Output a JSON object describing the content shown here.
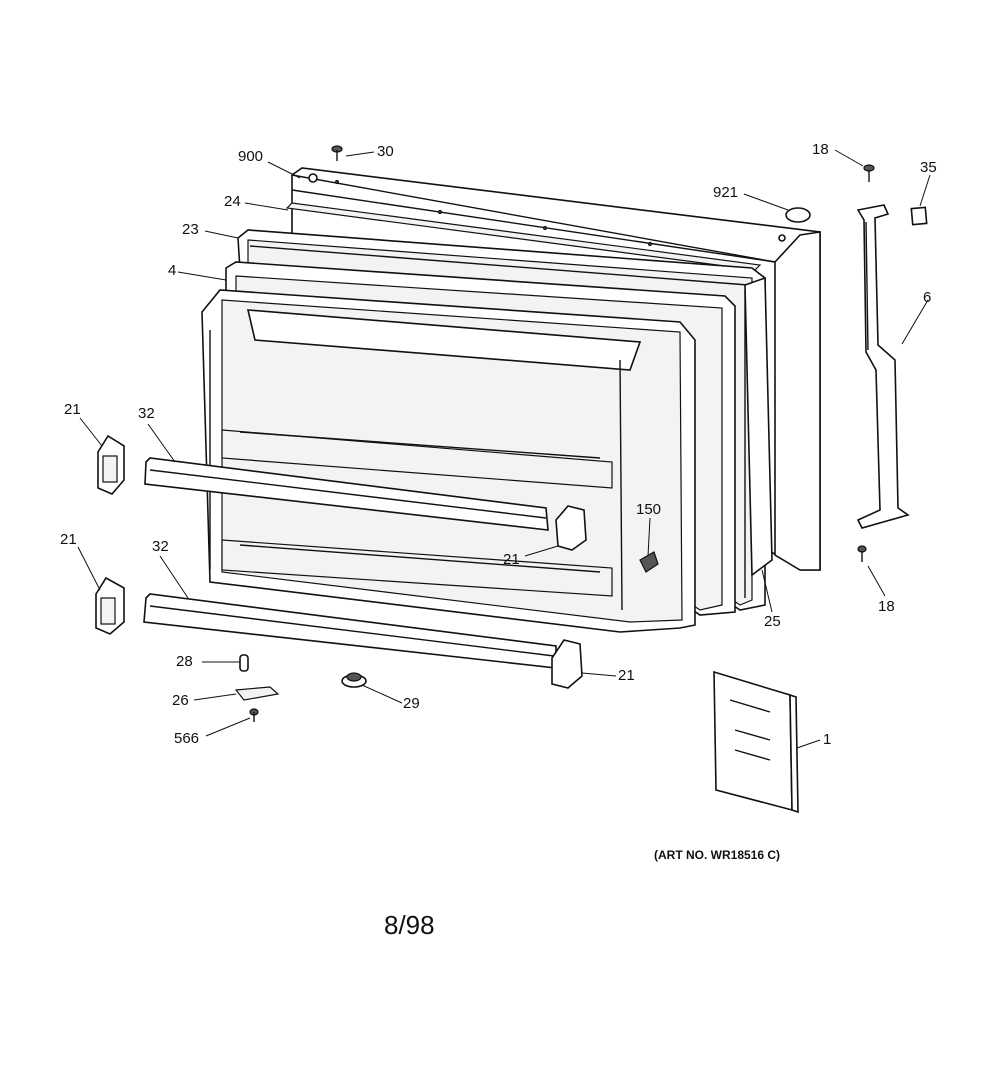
{
  "diagram": {
    "art_number": "(ART NO. WR18516 C)",
    "date_code": "8/98",
    "callouts": [
      {
        "id": "900",
        "label": "900"
      },
      {
        "id": "30",
        "label": "30"
      },
      {
        "id": "24",
        "label": "24"
      },
      {
        "id": "23",
        "label": "23"
      },
      {
        "id": "4",
        "label": "4"
      },
      {
        "id": "921",
        "label": "921"
      },
      {
        "id": "18a",
        "label": "18"
      },
      {
        "id": "35",
        "label": "35"
      },
      {
        "id": "6",
        "label": "6"
      },
      {
        "id": "21a",
        "label": "21"
      },
      {
        "id": "32a",
        "label": "32"
      },
      {
        "id": "150",
        "label": "150"
      },
      {
        "id": "21b",
        "label": "21"
      },
      {
        "id": "21c",
        "label": "21"
      },
      {
        "id": "32b",
        "label": "32"
      },
      {
        "id": "25",
        "label": "25"
      },
      {
        "id": "18b",
        "label": "18"
      },
      {
        "id": "28",
        "label": "28"
      },
      {
        "id": "21d",
        "label": "21"
      },
      {
        "id": "26",
        "label": "26"
      },
      {
        "id": "29",
        "label": "29"
      },
      {
        "id": "566",
        "label": "566"
      },
      {
        "id": "1",
        "label": "1"
      }
    ]
  }
}
